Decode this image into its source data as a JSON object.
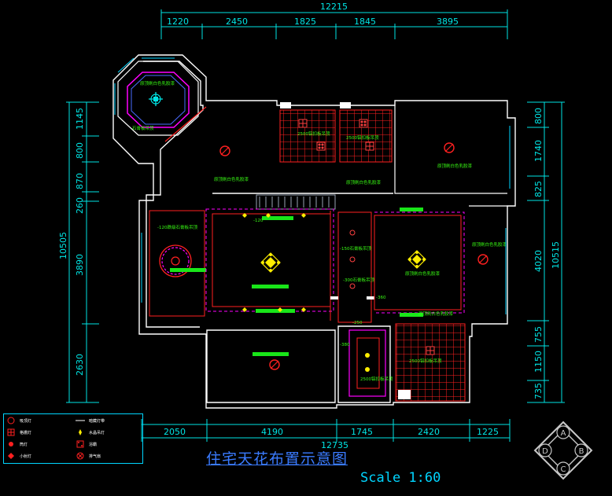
{
  "title": "住宅天花布置示意图",
  "scale": "Scale 1:60",
  "dims": {
    "top_total": "12215",
    "top": [
      "1220",
      "2450",
      "1825",
      "1845",
      "3895"
    ],
    "bottom_total": "12735",
    "bottom": [
      "2050",
      "4190",
      "1745",
      "2420",
      "1225"
    ],
    "left_total": "10505",
    "left": [
      "1145",
      "800",
      "870",
      "260",
      "3890",
      "2630"
    ],
    "right_total": "10515",
    "right": [
      "800",
      "1740",
      "825",
      "4020",
      "755",
      "1150",
      "735"
    ]
  },
  "notes": {
    "oct_ceiling": "原顶刷白色乳胶漆",
    "oct_edge": "石膏板吊顶",
    "kitchen": "2500铝扣板吊顶",
    "bath": "2500铝扣板吊顶",
    "bed_top_left": "原顶刷白色乳胶漆",
    "bed_top_right": "原顶刷白色乳胶漆",
    "corridor": "原顶刷白色乳胶漆",
    "living_left": "-120跌级石膏板吊顶",
    "living_mid": "-150石膏板吊顶",
    "dining": "原顶刷白色乳胶漆",
    "right_room": "原顶刷白色乳胶漆",
    "bath_bottom": "2500铝扣板吊顶",
    "hall": "-300石膏板吊顶",
    "small_bath": "2500铝扣板吊顶",
    "bottom_corr": "原顶刷白色乳胶漆",
    "level_a": "-120",
    "level_b": "-360",
    "level_c": "-250",
    "level_d": "-380"
  },
  "legend": [
    {
      "icon": "ceiling-light-icon",
      "label": "吸顶灯"
    },
    {
      "icon": "grille-light-icon",
      "label": "格栅灯"
    },
    {
      "icon": "downlight-icon",
      "label": "筒灯"
    },
    {
      "icon": "small-spot-icon",
      "label": "小射灯"
    },
    {
      "icon": "led-strip-icon",
      "label": "暗藏灯带"
    },
    {
      "icon": "crystal-lamp-icon",
      "label": "水晶吊灯"
    },
    {
      "icon": "bath-heater-icon",
      "label": "浴霸"
    },
    {
      "icon": "exhaust-fan-icon",
      "label": "排气扇"
    }
  ],
  "compass": [
    "A",
    "B",
    "C",
    "D"
  ],
  "colors": {
    "wall": "#ffffff",
    "dimension": "#00e5e5",
    "ceiling_grid": "#ff2020",
    "led_strip": "#19e619",
    "fixture": "#ffee00",
    "window": "#00d5ff",
    "soffit": "#ff00ff",
    "title": "#3a7bff"
  }
}
